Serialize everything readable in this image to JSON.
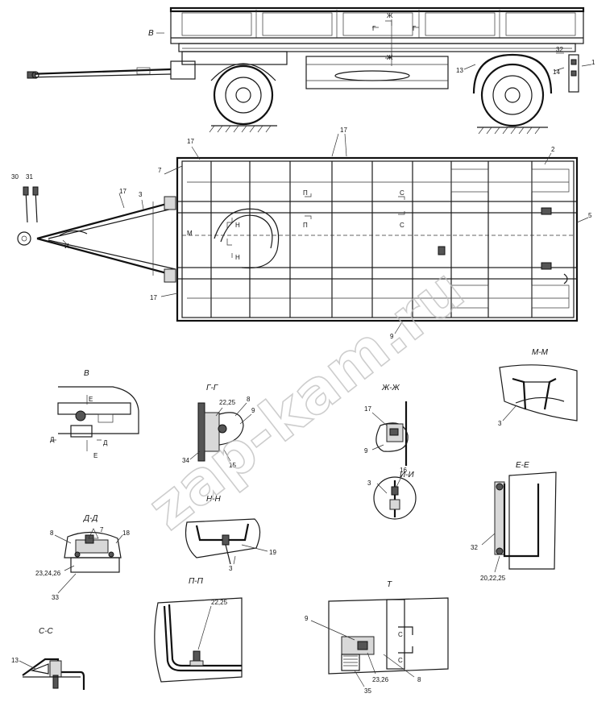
{
  "watermark": "zap-kam.ru",
  "views": {
    "side": {
      "labels": {
        "b": "В",
        "zh1": "Ж",
        "zh2": "Ж",
        "g1": "Г",
        "g2": "Г",
        "n1": "1",
        "n13": "13",
        "n14": "14",
        "n32": "32"
      }
    },
    "top": {
      "labels": {
        "n17a": "17",
        "n17b": "17",
        "n17c": "17",
        "n17d": "17",
        "n2": "2",
        "n3": "3",
        "n5": "5",
        "n7": "7",
        "n9": "9",
        "n30": "30",
        "n31": "31",
        "m": "М",
        "n": "Н",
        "n2h": "Н",
        "p1": "П",
        "p2": "П",
        "s1": "С",
        "s2": "С",
        "i": "И"
      }
    }
  },
  "sections": {
    "v": {
      "title": "В",
      "labels": {
        "e1": "Е",
        "e2": "Е",
        "d1": "Д",
        "d2": "Д"
      }
    },
    "gg": {
      "title": "Г-Г",
      "labels": {
        "a": "22,25",
        "b": "8",
        "c": "9",
        "d": "34",
        "e": "15"
      }
    },
    "zhzh": {
      "title": "Ж-Ж",
      "labels": {
        "a": "17",
        "b": "9"
      }
    },
    "mm": {
      "title": "М-М",
      "labels": {
        "a": "3"
      }
    },
    "ii": {
      "title": "И-И",
      "labels": {
        "a": "16",
        "b": "3"
      }
    },
    "ee": {
      "title": "Е-Е",
      "labels": {
        "a": "32",
        "b": "20,22,25"
      }
    },
    "nn": {
      "title": "Н-Н",
      "labels": {
        "a": "19",
        "b": "3"
      }
    },
    "dd": {
      "title": "Д-Д",
      "labels": {
        "a": "7",
        "b": "8",
        "c": "18",
        "d": "23,24,26",
        "e": "33"
      }
    },
    "pp": {
      "title": "П-П",
      "labels": {
        "a": "22,25"
      }
    },
    "t": {
      "title": "Т",
      "labels": {
        "a": "9",
        "b": "С",
        "c": "С",
        "d": "23,26",
        "e": "8",
        "f": "35"
      }
    },
    "ss": {
      "title": "С-С",
      "labels": {
        "a": "13"
      }
    }
  }
}
